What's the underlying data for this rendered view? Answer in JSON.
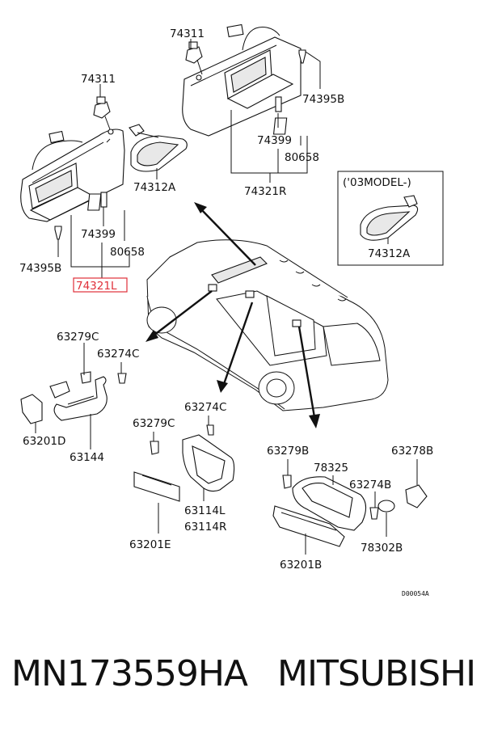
{
  "diagram": {
    "labels": {
      "l74311_top": "74311",
      "l74311_left": "74311",
      "l74395B_right": "74395B",
      "l74399_right": "74399",
      "l80658_right": "80658",
      "l74312A_center": "74312A",
      "l74321R": "74321R",
      "l74399_left": "74399",
      "l80658_left": "80658",
      "l74395B_left": "74395B",
      "l74321L": "74321L",
      "l03model": "('03MODEL-)",
      "l74312A_box": "74312A",
      "l63279C_left": "63279C",
      "l63274C_left": "63274C",
      "l63201D": "63201D",
      "l63144": "63144",
      "l63274C_mid": "63274C",
      "l63279C_mid": "63279C",
      "l63114L": "63114L",
      "l63114R": "63114R",
      "l63201E": "63201E",
      "l63279B": "63279B",
      "l78325": "78325",
      "l63278B": "63278B",
      "l63274B": "63274B",
      "l78302B": "78302B",
      "l63201B": "63201B",
      "drawing_code": "D00054A"
    },
    "highlight_color": "#e0303a"
  },
  "footer": {
    "part_number": "MN173559HA",
    "brand": "MITSUBISHI"
  }
}
